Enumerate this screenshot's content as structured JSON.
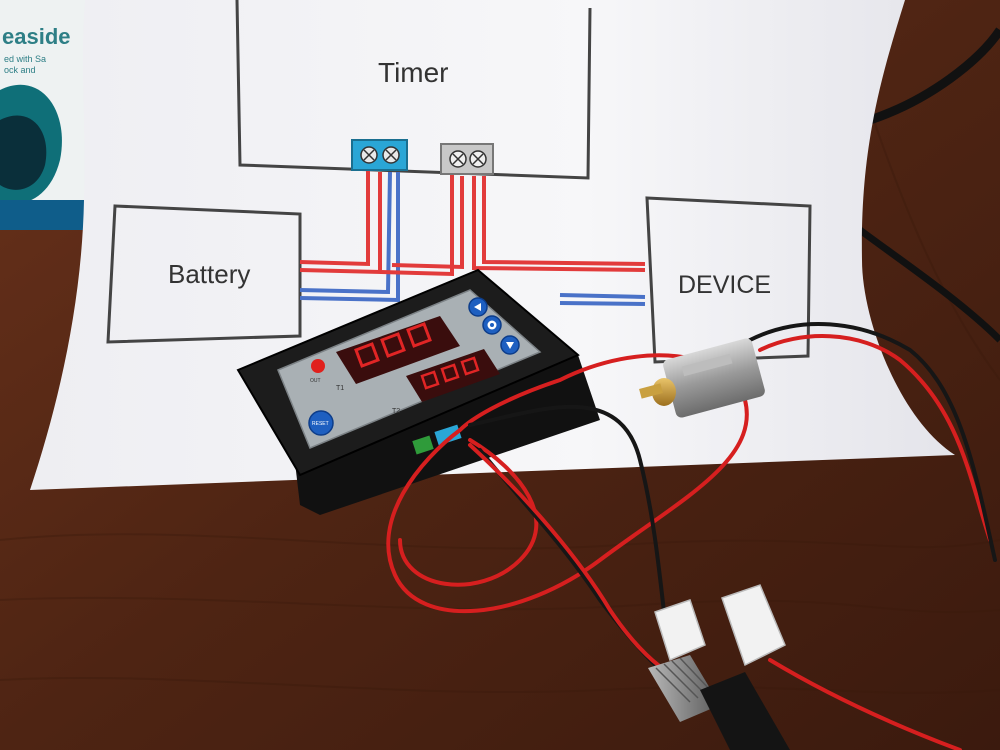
{
  "diagram": {
    "timer_label": "Timer",
    "battery_label": "Battery",
    "device_label": "DEVICE"
  },
  "module": {
    "reset_label": "RESET",
    "out_label": "OUT",
    "t1_label": "T1",
    "t2_label": "T2"
  },
  "background_item": {
    "partial_text": "easide",
    "small_line_1": "ed with Sa",
    "small_line_2": "ock and"
  },
  "colors": {
    "table_wood": "#5a2a17",
    "paper": "#f4f4f6",
    "wire_red": "#e23b3b",
    "wire_blue": "#4a72c8",
    "terminal_blue": "#2aa6d6",
    "terminal_grey": "#c8c8c8",
    "module_body": "#1c1c1c",
    "faceplate": "#a9b0b4",
    "display_red": "#ff2a2a",
    "button_blue": "#1e5fc0"
  },
  "icons": [
    "gear-icon",
    "up-arrow-icon",
    "down-arrow-icon"
  ]
}
